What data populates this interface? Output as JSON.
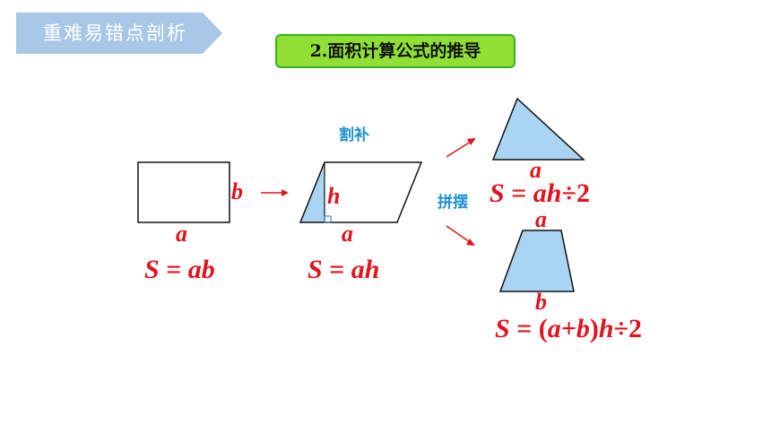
{
  "banner": {
    "text": "重难易错点剖析"
  },
  "title": "2.面积计算公式的推导",
  "labels": {
    "rect_a": "a",
    "rect_b": "b",
    "para_h": "h",
    "para_a": "a",
    "tri_a": "a",
    "trap_a": "a",
    "trap_b": "b",
    "cut_fill": "割补",
    "put_together": "拼摆"
  },
  "formulas": {
    "rectangle": {
      "S": "S",
      "eq": " = ",
      "rhs": "ab"
    },
    "parallelogram": {
      "S": "S",
      "eq": " = ",
      "rhs": "ah"
    },
    "triangle": {
      "S": "S",
      "eq": " = ",
      "rhs": "ah",
      "tail": "÷2"
    },
    "trapezoid": {
      "S": "S",
      "eq": " = ",
      "open": "(",
      "sum": "a+b",
      "close": ")",
      "h": "h",
      "tail": "÷2"
    }
  },
  "colors": {
    "banner": "#a9c8e8",
    "title_bg": "#8fdf34",
    "label_red": "#e0141e",
    "label_blue": "#1d8fd6",
    "shape_fill": "#a9d4f2"
  }
}
